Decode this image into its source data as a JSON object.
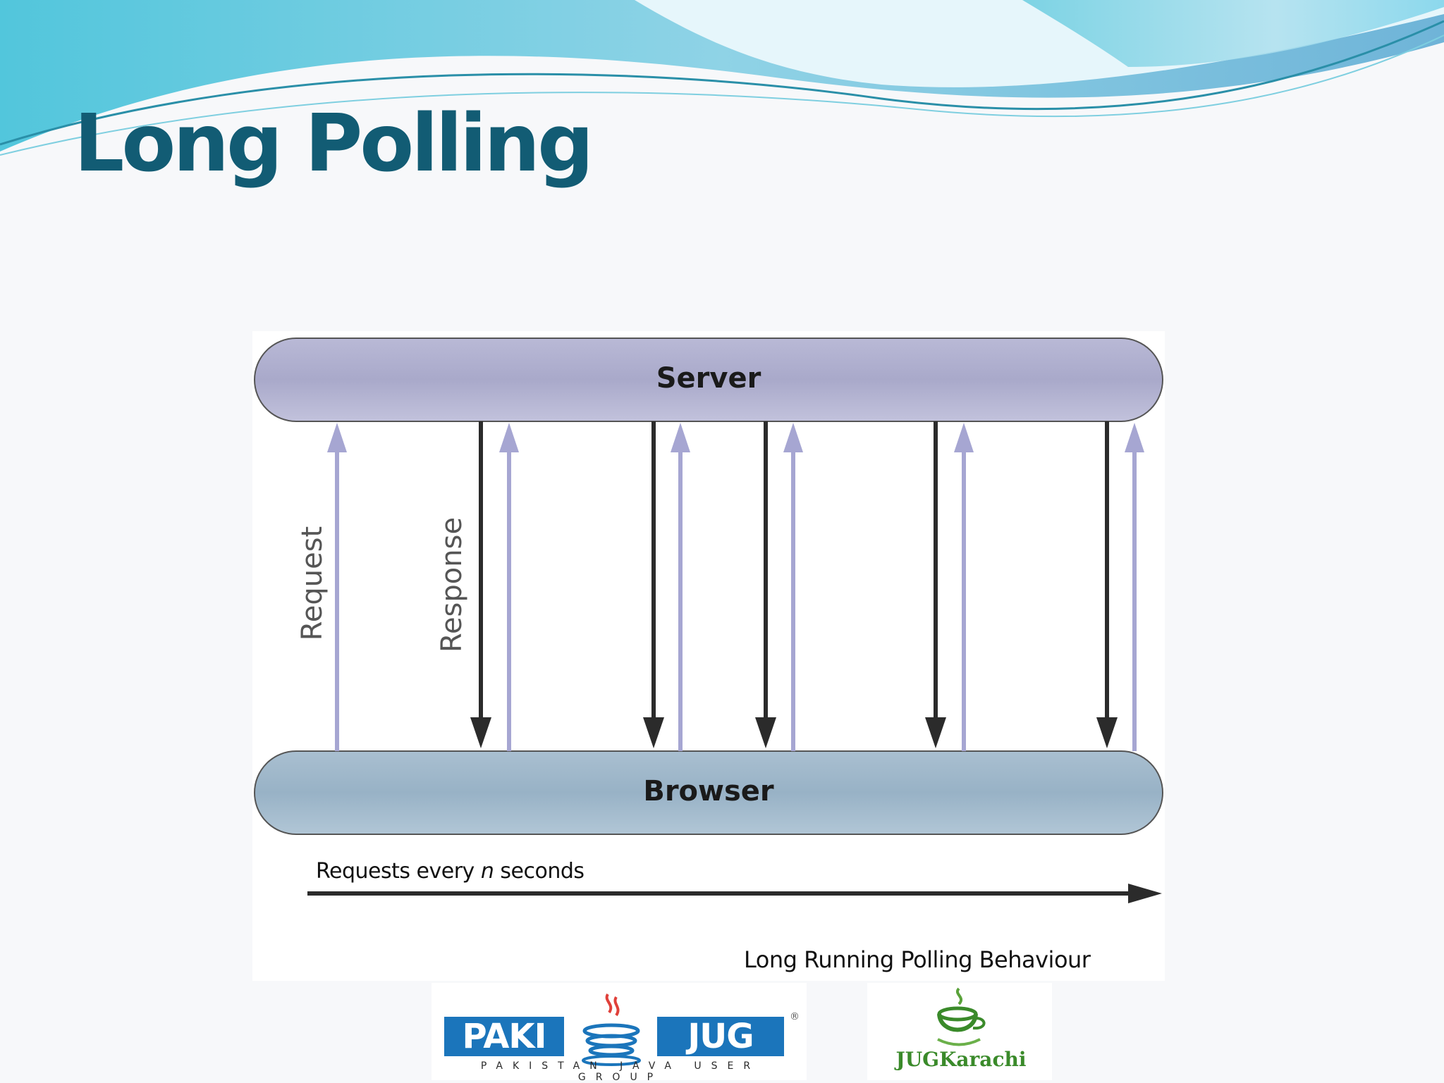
{
  "slide": {
    "title": "Long Polling"
  },
  "diagram": {
    "server_label": "Server",
    "browser_label": "Browser",
    "request_label": "Request",
    "response_label": "Response",
    "timeline_label_prefix": "Requests every ",
    "timeline_label_var": "n",
    "timeline_label_suffix": " seconds",
    "caption": "Long Running Polling Behaviour",
    "colors": {
      "server_bar": "#acaccc",
      "browser_bar": "#9eb6c8",
      "request_arrow": "#a6a6d2",
      "response_arrow": "#2b2b2b"
    }
  },
  "logos": {
    "pakijug": {
      "left_word": "PAKI",
      "right_word": "JUG",
      "subtitle": "PAKISTAN JAVA USER GROUP",
      "registered": "®"
    },
    "jugkarachi": {
      "text": "JUGKarachi"
    }
  }
}
